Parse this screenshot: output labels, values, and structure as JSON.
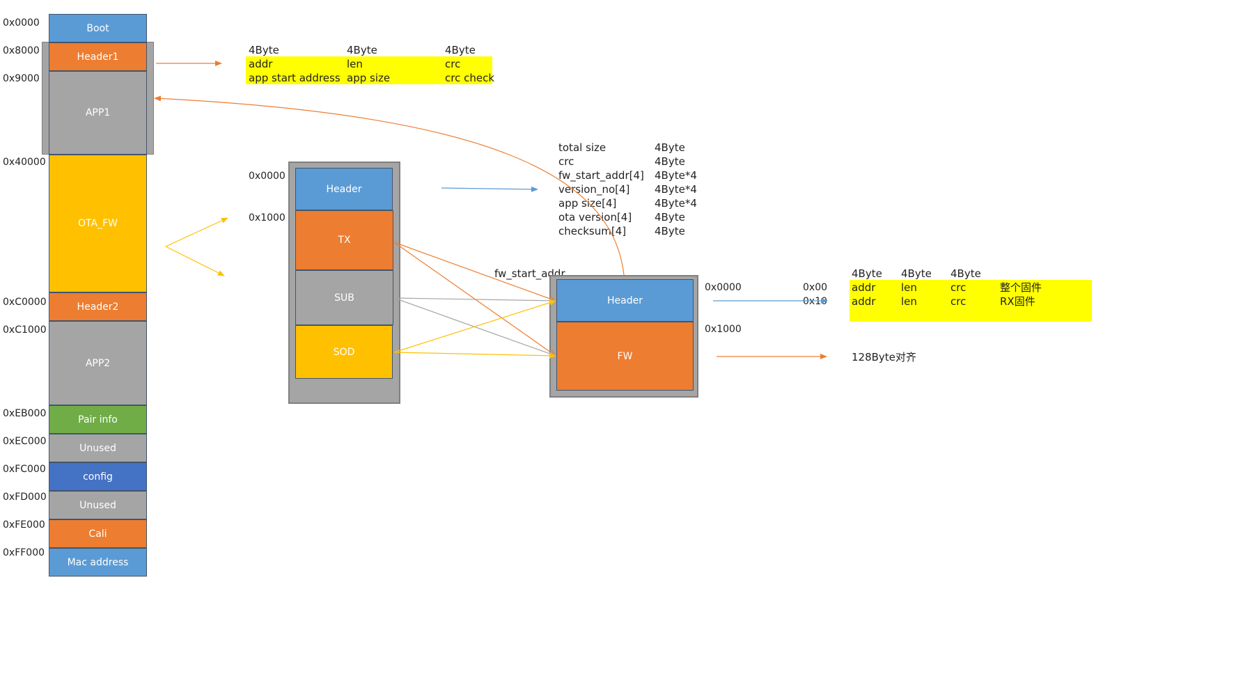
{
  "memory_map": {
    "addresses": [
      "0x0000",
      "0x8000",
      "0x9000",
      "0x40000",
      "0xC0000",
      "0xC1000",
      "0xEB000",
      "0xEC000",
      "0xFC000",
      "0xFD000",
      "0xFE000",
      "0xFF000"
    ],
    "blocks": {
      "boot": "Boot",
      "header1": "Header1",
      "app1": "APP1",
      "ota_fw": "OTA_FW",
      "header2": "Header2",
      "app2": "APP2",
      "pair_info": "Pair info",
      "unused1": "Unused",
      "config": "config",
      "unused2": "Unused",
      "cali": "Cali",
      "mac_address": "Mac address"
    }
  },
  "header1_table": {
    "sizes": [
      "4Byte",
      "4Byte",
      "4Byte"
    ],
    "fields": [
      "addr",
      "len",
      "crc"
    ],
    "descriptions": [
      "app start address",
      "app size",
      "crc check"
    ]
  },
  "ota_package": {
    "addr_top": "0x0000",
    "addr_tx": "0x1000",
    "header": "Header",
    "tx": "TX",
    "sub": "SUB",
    "sod": "SOD"
  },
  "ota_header_table": {
    "rows": [
      {
        "field": "total size",
        "size": "4Byte"
      },
      {
        "field": "crc",
        "size": "4Byte"
      },
      {
        "field": "fw_start_addr[4]",
        "size": "4Byte*4"
      },
      {
        "field": "version_no[4]",
        "size": "4Byte*4"
      },
      {
        "field": "app size[4]",
        "size": "4Byte*4"
      },
      {
        "field": "ota version[4]",
        "size": "4Byte"
      },
      {
        "field": "checksum[4]",
        "size": "4Byte"
      }
    ]
  },
  "fw_image": {
    "label_start_addr": "fw_start_addr",
    "addr_top": "0x0000",
    "addr_fw": "0x1000",
    "header": "Header",
    "fw": "FW"
  },
  "fw_header_table": {
    "offsets": [
      "0x00",
      "0x10"
    ],
    "sizes": [
      "4Byte",
      "4Byte",
      "4Byte"
    ],
    "rows": [
      {
        "c1": "addr",
        "c2": "len",
        "c3": "crc",
        "desc": "整个固件"
      },
      {
        "c1": "addr",
        "c2": "len",
        "c3": "crc",
        "desc": "RX固件"
      }
    ],
    "alignment_note": "128Byte对齐"
  },
  "colors": {
    "blue": "#5b9bd5",
    "orange": "#ed7d31",
    "gray": "#a5a5a5",
    "gold": "#ffc000",
    "green": "#70ad47",
    "dark_blue": "#4472c4",
    "highlight": "#ffff00"
  }
}
